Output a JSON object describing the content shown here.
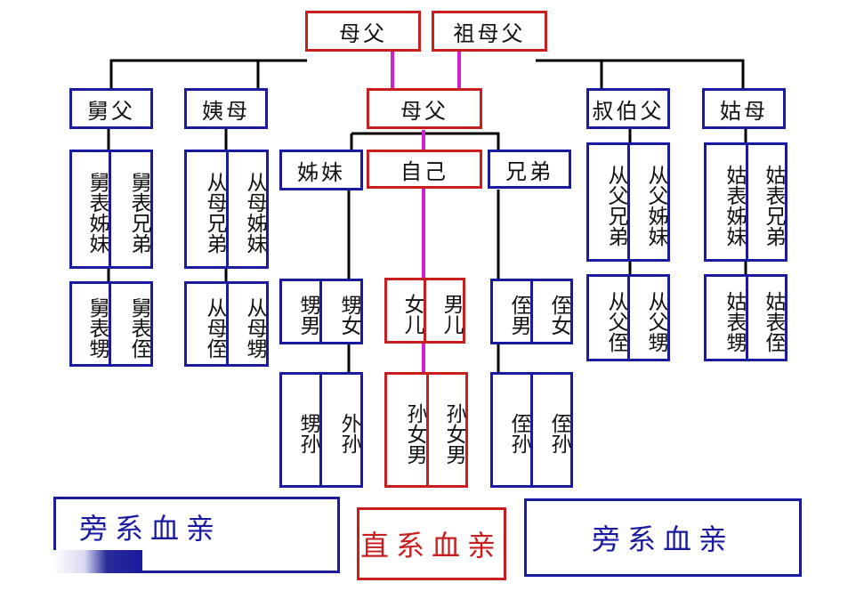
{
  "colors": {
    "blue": "#1a1aa0",
    "red": "#c81e1e",
    "magenta": "#cc22cc",
    "line": "#000000"
  },
  "grandparents": {
    "maternal": "母父",
    "paternal": "祖母父"
  },
  "level1": {
    "uncle_m": "舅父",
    "aunt_m": "姨母",
    "parents": "母父",
    "uncle_p": "叔伯父",
    "aunt_p": "姑母"
  },
  "level2": {
    "sister": "姊妹",
    "self": "自己",
    "brother": "兄弟",
    "jiu_cousin_f": "舅表姊妹",
    "jiu_cousin_m": "舅表兄弟",
    "yi_cousin_m": "从母兄弟",
    "yi_cousin_f": "从母姊妹",
    "shu_cousin_m": "从父兄弟",
    "shu_cousin_f": "从父姊妹",
    "gu_cousin_f": "姑表姊妹",
    "gu_cousin_m": "姑表兄弟"
  },
  "level3": {
    "sister_son": "甥男",
    "sister_daughter": "甥女",
    "daughter": "女儿",
    "son": "男儿",
    "brother_son": "侄男",
    "brother_daughter": "侄女",
    "jiu_a": "舅表甥",
    "jiu_b": "舅表侄",
    "yi_a": "从母侄",
    "yi_b": "从母甥",
    "shu_a": "从父侄",
    "shu_b": "从父甥",
    "gu_a": "姑表甥",
    "gu_b": "姑表侄"
  },
  "level4": {
    "sister_gs1": "甥孙",
    "sister_gs2": "外孙",
    "gd": "孙女男",
    "gs": "孙女男",
    "brother_gs1": "侄孙",
    "brother_gs2": "侄孙"
  },
  "legend": {
    "left": "旁系血亲",
    "middle": "直系血亲",
    "right": "旁系血亲"
  }
}
